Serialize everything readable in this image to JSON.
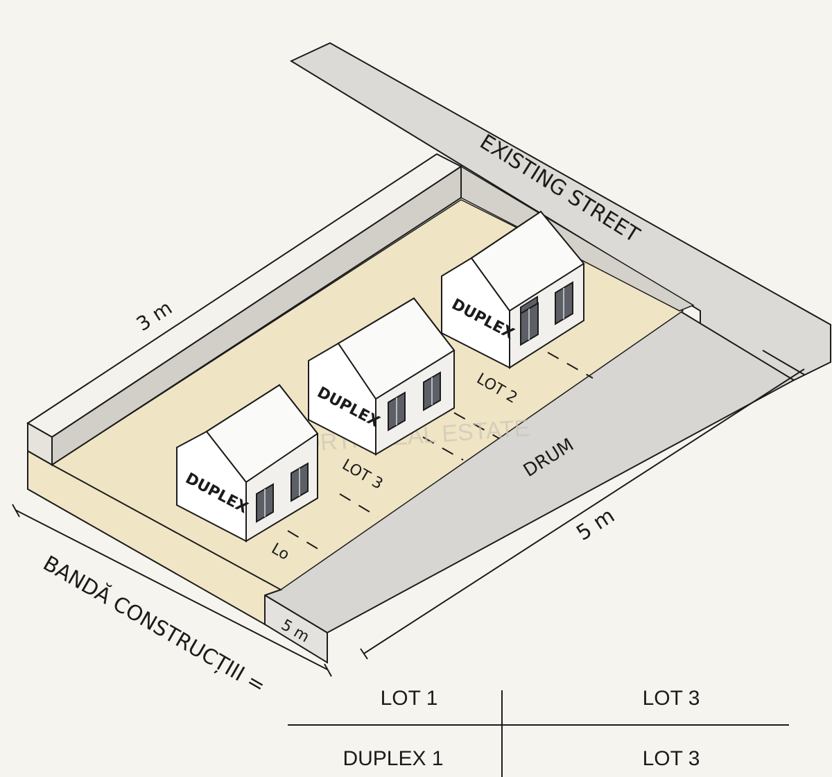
{
  "labels": {
    "existing_street": "EXISTING STREET",
    "dim_3m": "3 m",
    "dim_5m_side": "5 m",
    "dim_5m_box": "5 m",
    "drum": "DRUM",
    "banda": "BANDĂ CONSTRUCȚIII =",
    "lot_2": "LOT 2",
    "lot_3": "LOT 3",
    "lot_lo": "Lo",
    "duplex_a": "DUPLEX",
    "duplex_b": "DUPLEX",
    "duplex_c": "DUPLEX",
    "watermark": "B-NORTH REAL ESTATE"
  },
  "table": {
    "headers": [
      "LOT 1",
      "LOT  3"
    ],
    "row": [
      "DUPLEX 1",
      "LOT  3"
    ]
  },
  "colors": {
    "background": "#f6f4ef",
    "lot_fill": "#efe4c4",
    "wall_top": "#f4f2ed",
    "wall_side": "#d2cfc9",
    "road": "#d8d6d2",
    "line": "#1b1b1b"
  }
}
